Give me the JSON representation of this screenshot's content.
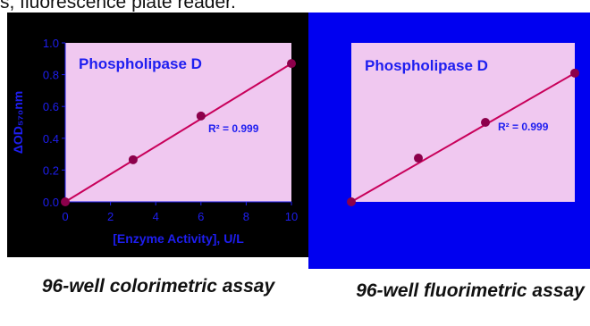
{
  "header_text": "s, fluorescence plate reader.",
  "captions": {
    "left": "96-well colorimetric assay",
    "right": "96-well fluorimetric assay"
  },
  "colors": {
    "plot_bg": "#f0c8f0",
    "line": "#c8005a",
    "marker": "#8c004b",
    "axis_text": "#1e1ef0",
    "left_bg": "#000000",
    "right_bg": "#0000f0"
  },
  "chart_data": [
    {
      "type": "scatter",
      "title": "Phospholipase D",
      "annotation": "R² = 0.999",
      "xlabel": "[Enzyme Activity], U/L",
      "ylabel": "ΔOD₅₇₀nm",
      "xlim": [
        0,
        10
      ],
      "ylim": [
        0,
        1.0
      ],
      "xticks": [
        "0",
        "2",
        "4",
        "6",
        "8",
        "10"
      ],
      "yticks": [
        "0.0",
        "0.2",
        "0.4",
        "0.6",
        "0.8",
        "1.0"
      ],
      "points": [
        {
          "x": 0,
          "y": 0.0
        },
        {
          "x": 3,
          "y": 0.265
        },
        {
          "x": 6,
          "y": 0.54
        },
        {
          "x": 10,
          "y": 0.87
        }
      ],
      "fit_line": [
        {
          "x": 0,
          "y": 0.0
        },
        {
          "x": 10,
          "y": 0.87
        }
      ]
    },
    {
      "type": "scatter",
      "title": "Phospholipase D",
      "annotation": "R² = 0.999",
      "xlim": [
        0,
        10
      ],
      "ylim": [
        0,
        1.0
      ],
      "points": [
        {
          "x": 0,
          "y": 0.0
        },
        {
          "x": 3,
          "y": 0.275
        },
        {
          "x": 6,
          "y": 0.5
        },
        {
          "x": 10,
          "y": 0.81
        }
      ],
      "fit_line": [
        {
          "x": 0,
          "y": 0.0
        },
        {
          "x": 10,
          "y": 0.81
        }
      ]
    }
  ]
}
